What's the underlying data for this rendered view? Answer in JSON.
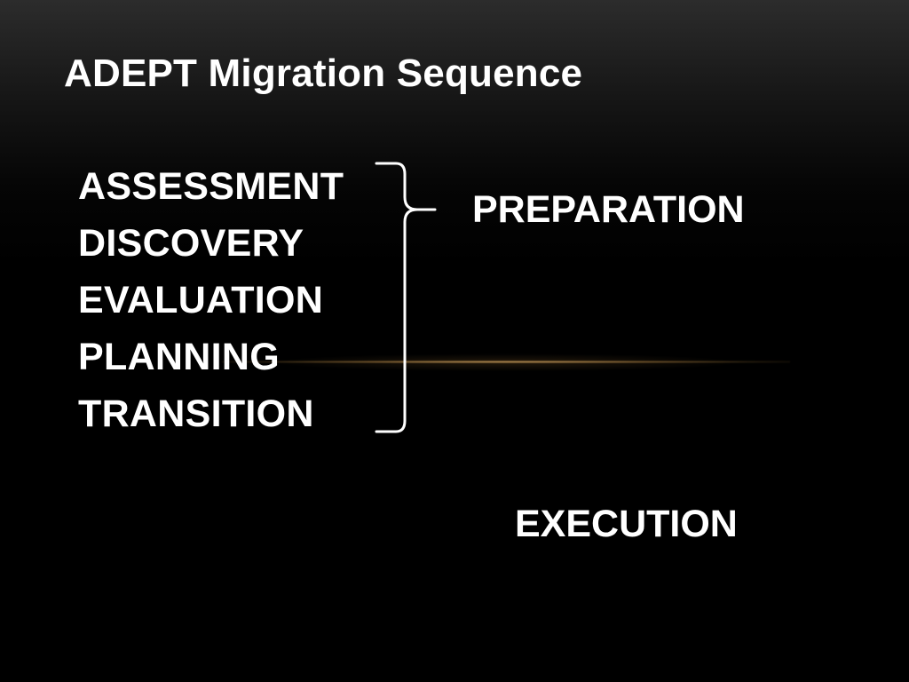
{
  "slide": {
    "title": "ADEPT Migration Sequence",
    "phases": [
      "ASSESSMENT",
      "DISCOVERY",
      "EVALUATION",
      "PLANNING",
      "TRANSITION"
    ],
    "group_label": "PREPARATION",
    "execution_label": "EXECUTION"
  },
  "colors": {
    "background": "#000000",
    "text": "#ffffff",
    "accent_glow": "#ebbe78"
  }
}
